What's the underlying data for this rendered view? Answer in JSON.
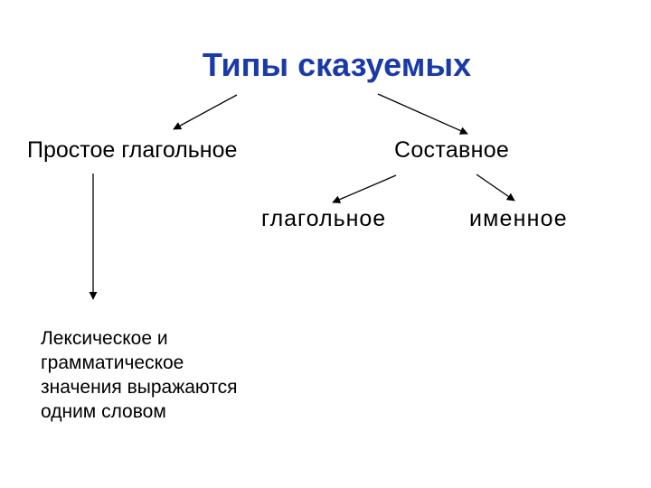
{
  "diagram": {
    "title": "Типы сказуемых",
    "title_color": "#1a3aa8",
    "nodes": {
      "simple": "Простое глагольное",
      "compound": "Составное",
      "compound_verbal": "глагольное",
      "compound_nominal": "именное"
    },
    "note_lines": [
      "Лексическое и",
      "грамматическое",
      "значения выражаются",
      "одним словом"
    ],
    "edges": [
      {
        "from": "title",
        "to": "simple"
      },
      {
        "from": "title",
        "to": "compound"
      },
      {
        "from": "compound",
        "to": "compound_verbal"
      },
      {
        "from": "compound",
        "to": "compound_nominal"
      },
      {
        "from": "simple",
        "to": "note"
      }
    ]
  }
}
